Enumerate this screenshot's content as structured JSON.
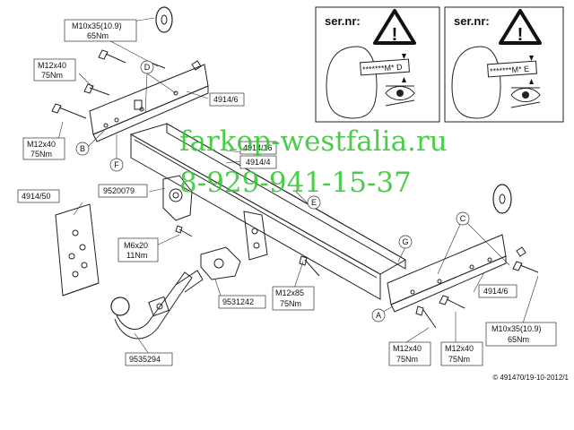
{
  "labels": {
    "m10_top_line1": "M10x35(10.9)",
    "m10_top_line2": "65Nm",
    "m12_a_line1": "M12x40",
    "m12_a_line2": "75Nm",
    "m12_b_line1": "M12x40",
    "m12_b_line2": "75Nm",
    "part_4914_6_top": "4914/6",
    "part_4914_16": "4914/16",
    "part_4914_4": "4914/4",
    "part_4914_50": "4914/50",
    "part_9520079": "9520079",
    "m6_line1": "M6x20",
    "m6_line2": "11Nm",
    "part_9531242": "9531242",
    "m12x85_line1": "M12x85",
    "m12x85_line2": "75Nm",
    "part_9535294": "9535294",
    "m12_c_line1": "M12x40",
    "m12_c_line2": "75Nm",
    "m12_d_line1": "M12x40",
    "m12_d_line2": "75Nm",
    "part_4914_6_right": "4914/6",
    "m10_right_line1": "M10x35(10.9)",
    "m10_right_line2": "65Nm"
  },
  "callouts": {
    "A": "A",
    "B": "B",
    "C": "C",
    "D": "D",
    "E": "E",
    "F": "F",
    "G": "G"
  },
  "serial_boxes": [
    {
      "title": "ser.nr:",
      "code": "*******M* D"
    },
    {
      "title": "ser.nr:",
      "code": "*******M* E"
    }
  ],
  "watermark": {
    "line1": "farkop-westfalia.ru",
    "line2": "8-929-941-15-37"
  },
  "copyright": "© 491470/19-10-2012/1",
  "colors": {
    "watermark": "#32c832",
    "line": "#222222"
  },
  "icons": [
    "warning-triangle-icon",
    "eye-icon"
  ]
}
